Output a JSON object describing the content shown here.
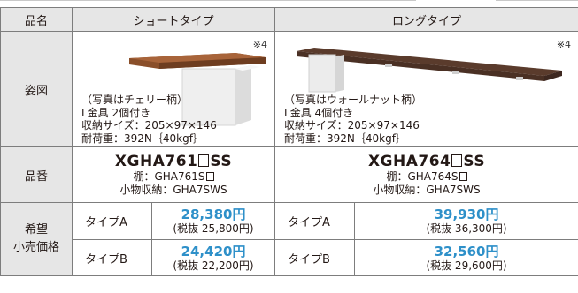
{
  "header": {
    "name_label": "品名",
    "short_label": "ショートタイプ",
    "long_label": "ロングタイプ"
  },
  "figure": {
    "label": "姿図",
    "short": {
      "note": "※4",
      "lines": [
        "（写真はチェリー柄）",
        "L金具 2個付き",
        "収納サイズ：205×97×146",
        "耐荷重：392N｛40kgf｝"
      ]
    },
    "long": {
      "note": "※4",
      "lines": [
        "（写真はウォールナット柄）",
        "L金具 4個付き",
        "収納サイズ：205×97×146",
        "耐荷重：392N｛40kgf｝"
      ]
    }
  },
  "part_no": {
    "label": "品番",
    "short": {
      "model": "XGHA761",
      "suffix": "SS",
      "shelf": "棚：GHA761S",
      "storage": "小物収納：GHA7SWS"
    },
    "long": {
      "model": "XGHA764",
      "suffix": "SS",
      "shelf": "棚：GHA764S",
      "storage": "小物収納：GHA7SWS"
    }
  },
  "price": {
    "label_line1": "希望",
    "label_line2": "小売価格",
    "rows": [
      {
        "short_type": "タイプA",
        "short_price": "28,380円",
        "short_tax": "(税抜 25,800円)",
        "long_type": "タイプA",
        "long_price": "39,930円",
        "long_tax": "(税抜 36,300円)"
      },
      {
        "short_type": "タイプB",
        "short_price": "24,420円",
        "short_tax": "(税抜 22,200円)",
        "long_type": "タイプB",
        "long_price": "32,560円",
        "long_tax": "(税抜 29,600円)"
      }
    ]
  },
  "colors": {
    "price_blue": "#2e90c9",
    "header_gray": "#e6e6e6",
    "border": "#7d7d7d"
  }
}
